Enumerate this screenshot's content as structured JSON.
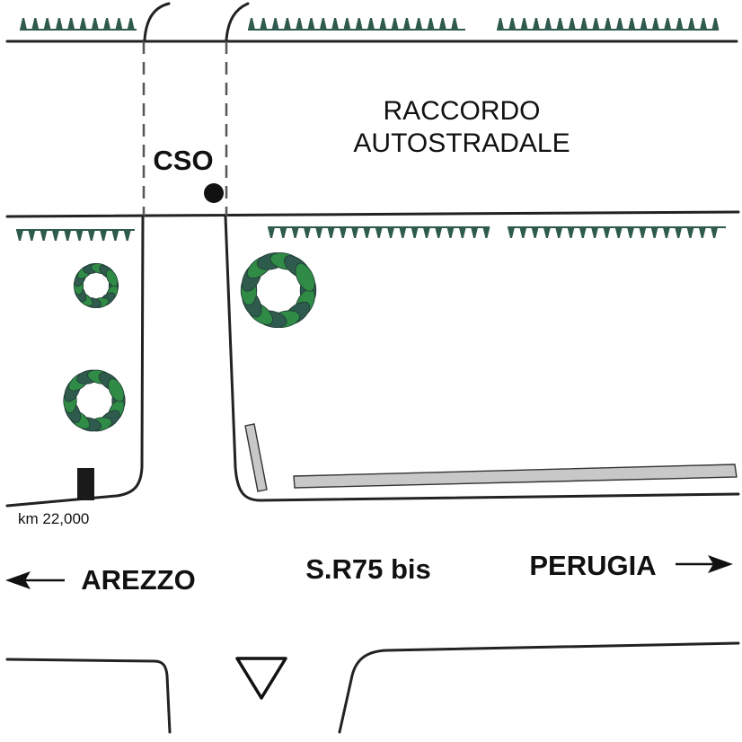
{
  "labels": {
    "raccordo_line1": "RACCORDO",
    "raccordo_line2": "AUTOSTRADALE",
    "cso": "CSO",
    "km": "km 22,000",
    "road": "S.R75 bis",
    "west": "AREZZO",
    "east": "PERUGIA"
  },
  "colors": {
    "road": "#222222",
    "dashed": "#555555",
    "vegetation_dark": "#2f5a4e",
    "vegetation_light": "#2f8b46",
    "barrier": "#c8c8c8"
  },
  "icons": {
    "west_arrow": "arrow-left-icon",
    "east_arrow": "arrow-right-icon",
    "yield": "yield-triangle-icon",
    "marker": "km-marker-post",
    "cso_point": "cso-point-dot"
  }
}
